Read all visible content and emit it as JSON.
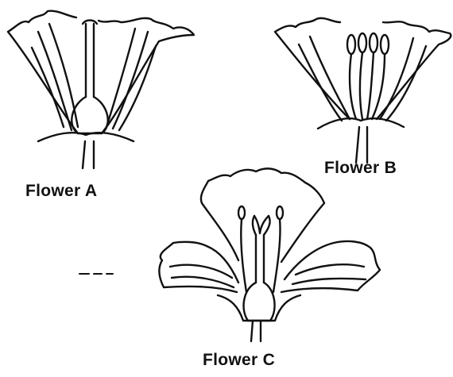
{
  "labels": {
    "flower_a": "Flower A",
    "flower_b": "Flower B",
    "flower_c": "Flower C"
  }
}
